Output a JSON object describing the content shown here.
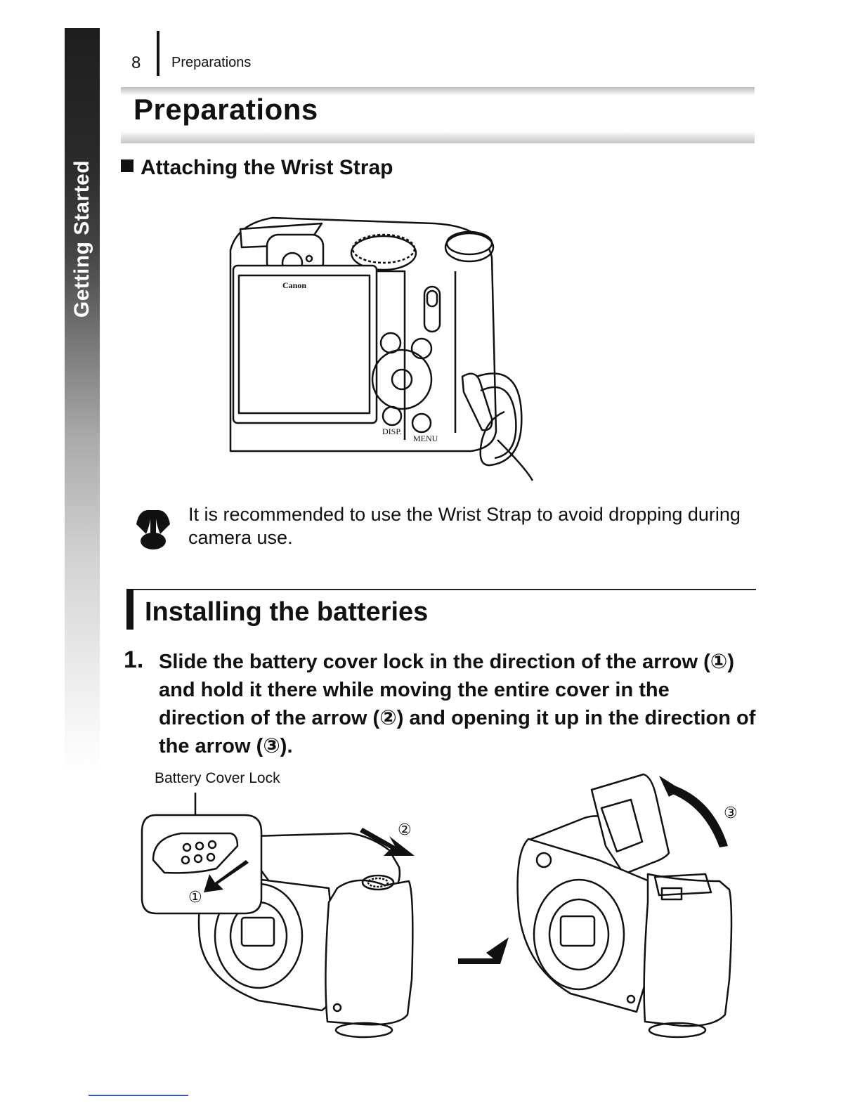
{
  "side_tab": {
    "label": "Getting Started"
  },
  "header": {
    "page_number": "8",
    "running_head": "Preparations"
  },
  "title": "Preparations",
  "subsection": {
    "title": "Attaching the Wrist Strap"
  },
  "strap_figure": {
    "labels": {
      "brand": "Canon",
      "disp": "DISP.",
      "menu": "MENU"
    }
  },
  "caution": {
    "icon": "caution-icon",
    "text": "It is recommended to use the Wrist Strap to avoid dropping during camera use."
  },
  "section": {
    "title": "Installing the batteries"
  },
  "step": {
    "number": "1.",
    "text": "Slide the battery cover lock in the direction of the arrow (①) and hold it there while moving the entire cover in the direction of the arrow (②) and opening it up in the direction of the arrow (③)."
  },
  "battery_figure": {
    "callout_label": "Battery Cover Lock",
    "markers": {
      "one": "①",
      "two": "②",
      "three": "③"
    }
  }
}
